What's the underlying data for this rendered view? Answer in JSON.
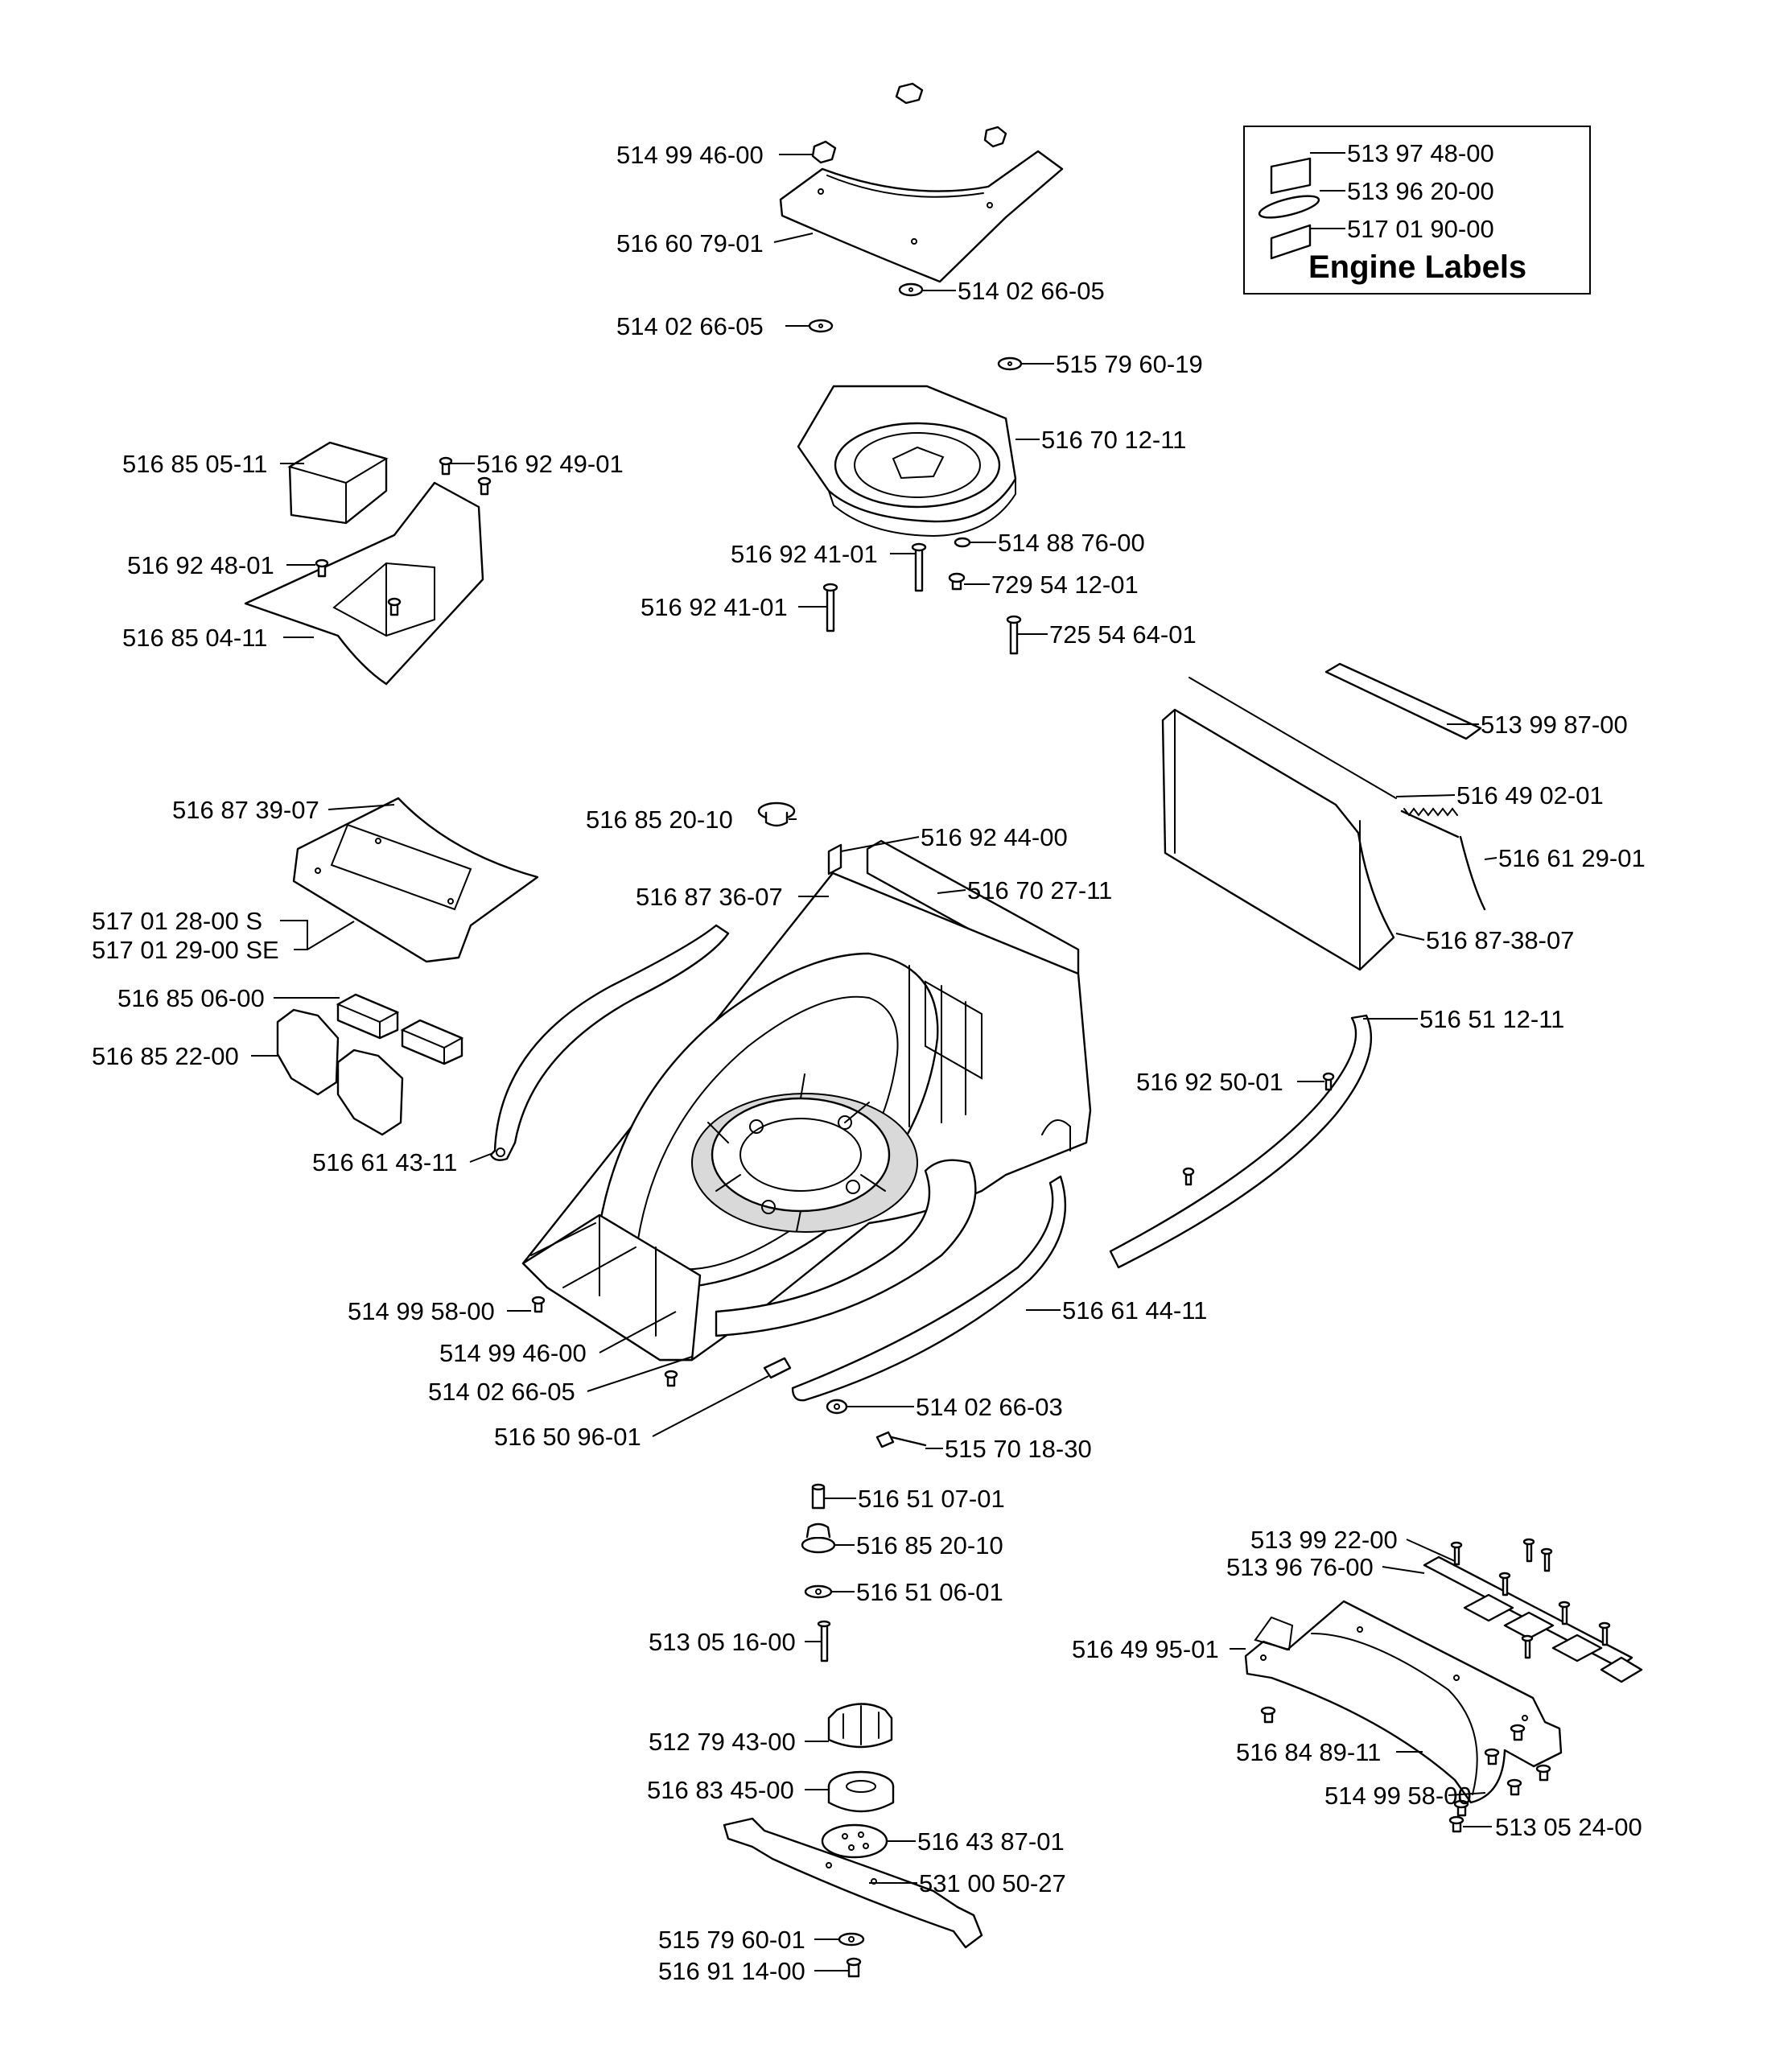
{
  "legend": {
    "title": "Engine Labels",
    "items": [
      "513 97 48-00",
      "513 96 20-00",
      "517 01 90-00"
    ]
  },
  "labels": {
    "nut_top": "514 99 46-00",
    "engine_plate": "516 60 79-01",
    "washer_a": "514 02 66-05",
    "washer_b": "514 02 66-05",
    "washer_c": "515 79 60-19",
    "engine_ring": "516 70 12-11",
    "washer_d": "514 88 76-00",
    "bolt_a": "516 92 41-01",
    "bolt_b": "516 92 41-01",
    "screw_a": "729 54 12-01",
    "bolt_c": "725 54 64-01",
    "cap": "516 85 05-11",
    "screw_b": "516 92 49-01",
    "screw_c": "516 92 48-01",
    "side_chute": "516 85 04-11",
    "strip": "513 99 87-00",
    "rod": "516 49 02-01",
    "spring": "516 61 29-01",
    "rear_flap": "516 87-38-07",
    "front_cover": "516 87 39-07",
    "plug": "516 85 20-10",
    "clip": "516 92 44-00",
    "deck": "516 87 36-07",
    "rear_bracket": "516 70 27-11",
    "weight_s": "517 01 28-00 S",
    "weight_se": "517 01 29-00 SE",
    "block_small": "516 85 06-00",
    "block_large": "516 85 22-00",
    "arm_left": "516 61 43-11",
    "rail": "516 51 12-11",
    "screw_d": "516 92 50-01",
    "screw_e": "514 99 58-00",
    "nut_deck": "514 99 46-00",
    "washer_e": "514 02 66-05",
    "arm_right": "516 61 44-11",
    "washer_f": "514 02 66-03",
    "sleeve": "516 50 96-01",
    "bolt_d": "515 70 18-30",
    "spacer": "516 51 07-01",
    "plug_2": "516 85 20-10",
    "washer_g": "516 51 06-01",
    "bolt_e": "513 05 16-00",
    "hub_top": "512 79 43-00",
    "hub": "516 83 45-00",
    "disc": "516 43 87-01",
    "blade": "531 00 50-27",
    "washer_h": "515 79 60-01",
    "bolt_f": "516 91 14-00",
    "pin_a": "513 99 22-00",
    "pin_b": "513 96 76-00",
    "mulch_plate": "516 49 95-01",
    "screw_f": "516 84 89-11",
    "screw_g": "514 99 58-00",
    "screw_h": "513 05 24-00"
  }
}
